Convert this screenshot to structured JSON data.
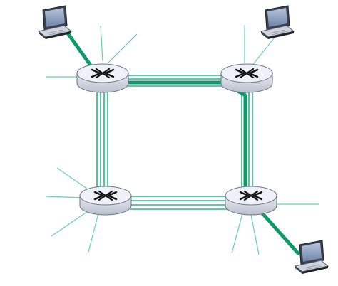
{
  "diagram": {
    "kind": "circuit-switched network",
    "router_count": 4,
    "host_count": 3,
    "circuits_per_link": 4,
    "highlighted_path": [
      "host-top-left",
      "router-top-left",
      "router-top-right",
      "router-bottom-right",
      "host-bottom-right"
    ]
  },
  "colors": {
    "link_green": "#0e9b6a",
    "circuit_line": "#2bb585",
    "stub_line": "#66d1aa",
    "router_body": "#d9dde8",
    "router_top": "#eef1f7",
    "router_edge": "#6d7688",
    "switch_arrows": "#111111",
    "background": "#ffffff"
  },
  "icons": {
    "router": "router-switch-icon",
    "host": "desktop-computer-icon"
  }
}
